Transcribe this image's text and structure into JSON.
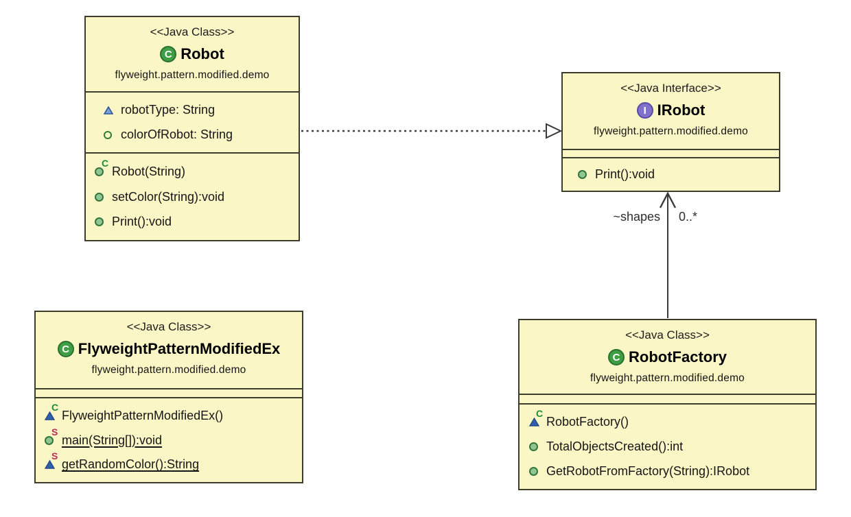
{
  "colors": {
    "box_fill": "#fbf6c5",
    "box_border": "#3c3c2d",
    "class_icon_green": "#3f9e44",
    "interface_icon_purple": "#8072cb",
    "method_public_green": "#34753b",
    "field_default_blue": "#2c5aa0",
    "constructor_decorator_green": "#1d8a3c",
    "static_decorator_red": "#c22a52",
    "edge_stroke": "#3a3a3a"
  },
  "boxes": {
    "robot": {
      "stereotype": "<<Java Class>>",
      "icon": "class-icon",
      "icon_letter": "C",
      "name": "Robot",
      "package": "flyweight.pattern.modified.demo",
      "fields": [
        {
          "text": "robotType: String",
          "icon": "default-field-icon"
        },
        {
          "text": "colorOfRobot: String",
          "icon": "public-field-icon"
        }
      ],
      "methods": [
        {
          "text": "Robot(String)",
          "icon": "public-method-icon",
          "decorator": "C"
        },
        {
          "text": "setColor(String):void",
          "icon": "public-method-icon"
        },
        {
          "text": "Print():void",
          "icon": "public-method-icon"
        }
      ]
    },
    "irobot": {
      "stereotype": "<<Java Interface>>",
      "icon": "interface-icon",
      "icon_letter": "I",
      "name": "IRobot",
      "package": "flyweight.pattern.modified.demo",
      "fields": [],
      "methods": [
        {
          "text": "Print():void",
          "icon": "public-method-icon"
        }
      ]
    },
    "flyweight_ex": {
      "stereotype": "<<Java Class>>",
      "icon": "class-icon",
      "icon_letter": "C",
      "name": "FlyweightPatternModifiedEx",
      "package": "flyweight.pattern.modified.demo",
      "fields": [],
      "methods": [
        {
          "text": "FlyweightPatternModifiedEx()",
          "icon": "default-method-icon",
          "decorator": "C"
        },
        {
          "text": "main(String[]):void",
          "icon": "public-method-icon",
          "decorator": "S",
          "static": true
        },
        {
          "text": "getRandomColor():String",
          "icon": "default-method-icon",
          "decorator": "S",
          "static": true
        }
      ]
    },
    "robot_factory": {
      "stereotype": "<<Java Class>>",
      "icon": "class-icon",
      "icon_letter": "C",
      "name": "RobotFactory",
      "package": "flyweight.pattern.modified.demo",
      "fields": [],
      "methods": [
        {
          "text": "RobotFactory()",
          "icon": "default-method-icon",
          "decorator": "C"
        },
        {
          "text": "TotalObjectsCreated():int",
          "icon": "public-method-icon"
        },
        {
          "text": "GetRobotFromFactory(String):IRobot",
          "icon": "public-method-icon"
        }
      ]
    }
  },
  "edges": {
    "realization": {
      "type": "implements",
      "from": "Robot",
      "to": "IRobot"
    },
    "association": {
      "type": "association",
      "from": "RobotFactory",
      "to": "IRobot",
      "role": "~shapes",
      "multiplicity": "0..*"
    }
  }
}
